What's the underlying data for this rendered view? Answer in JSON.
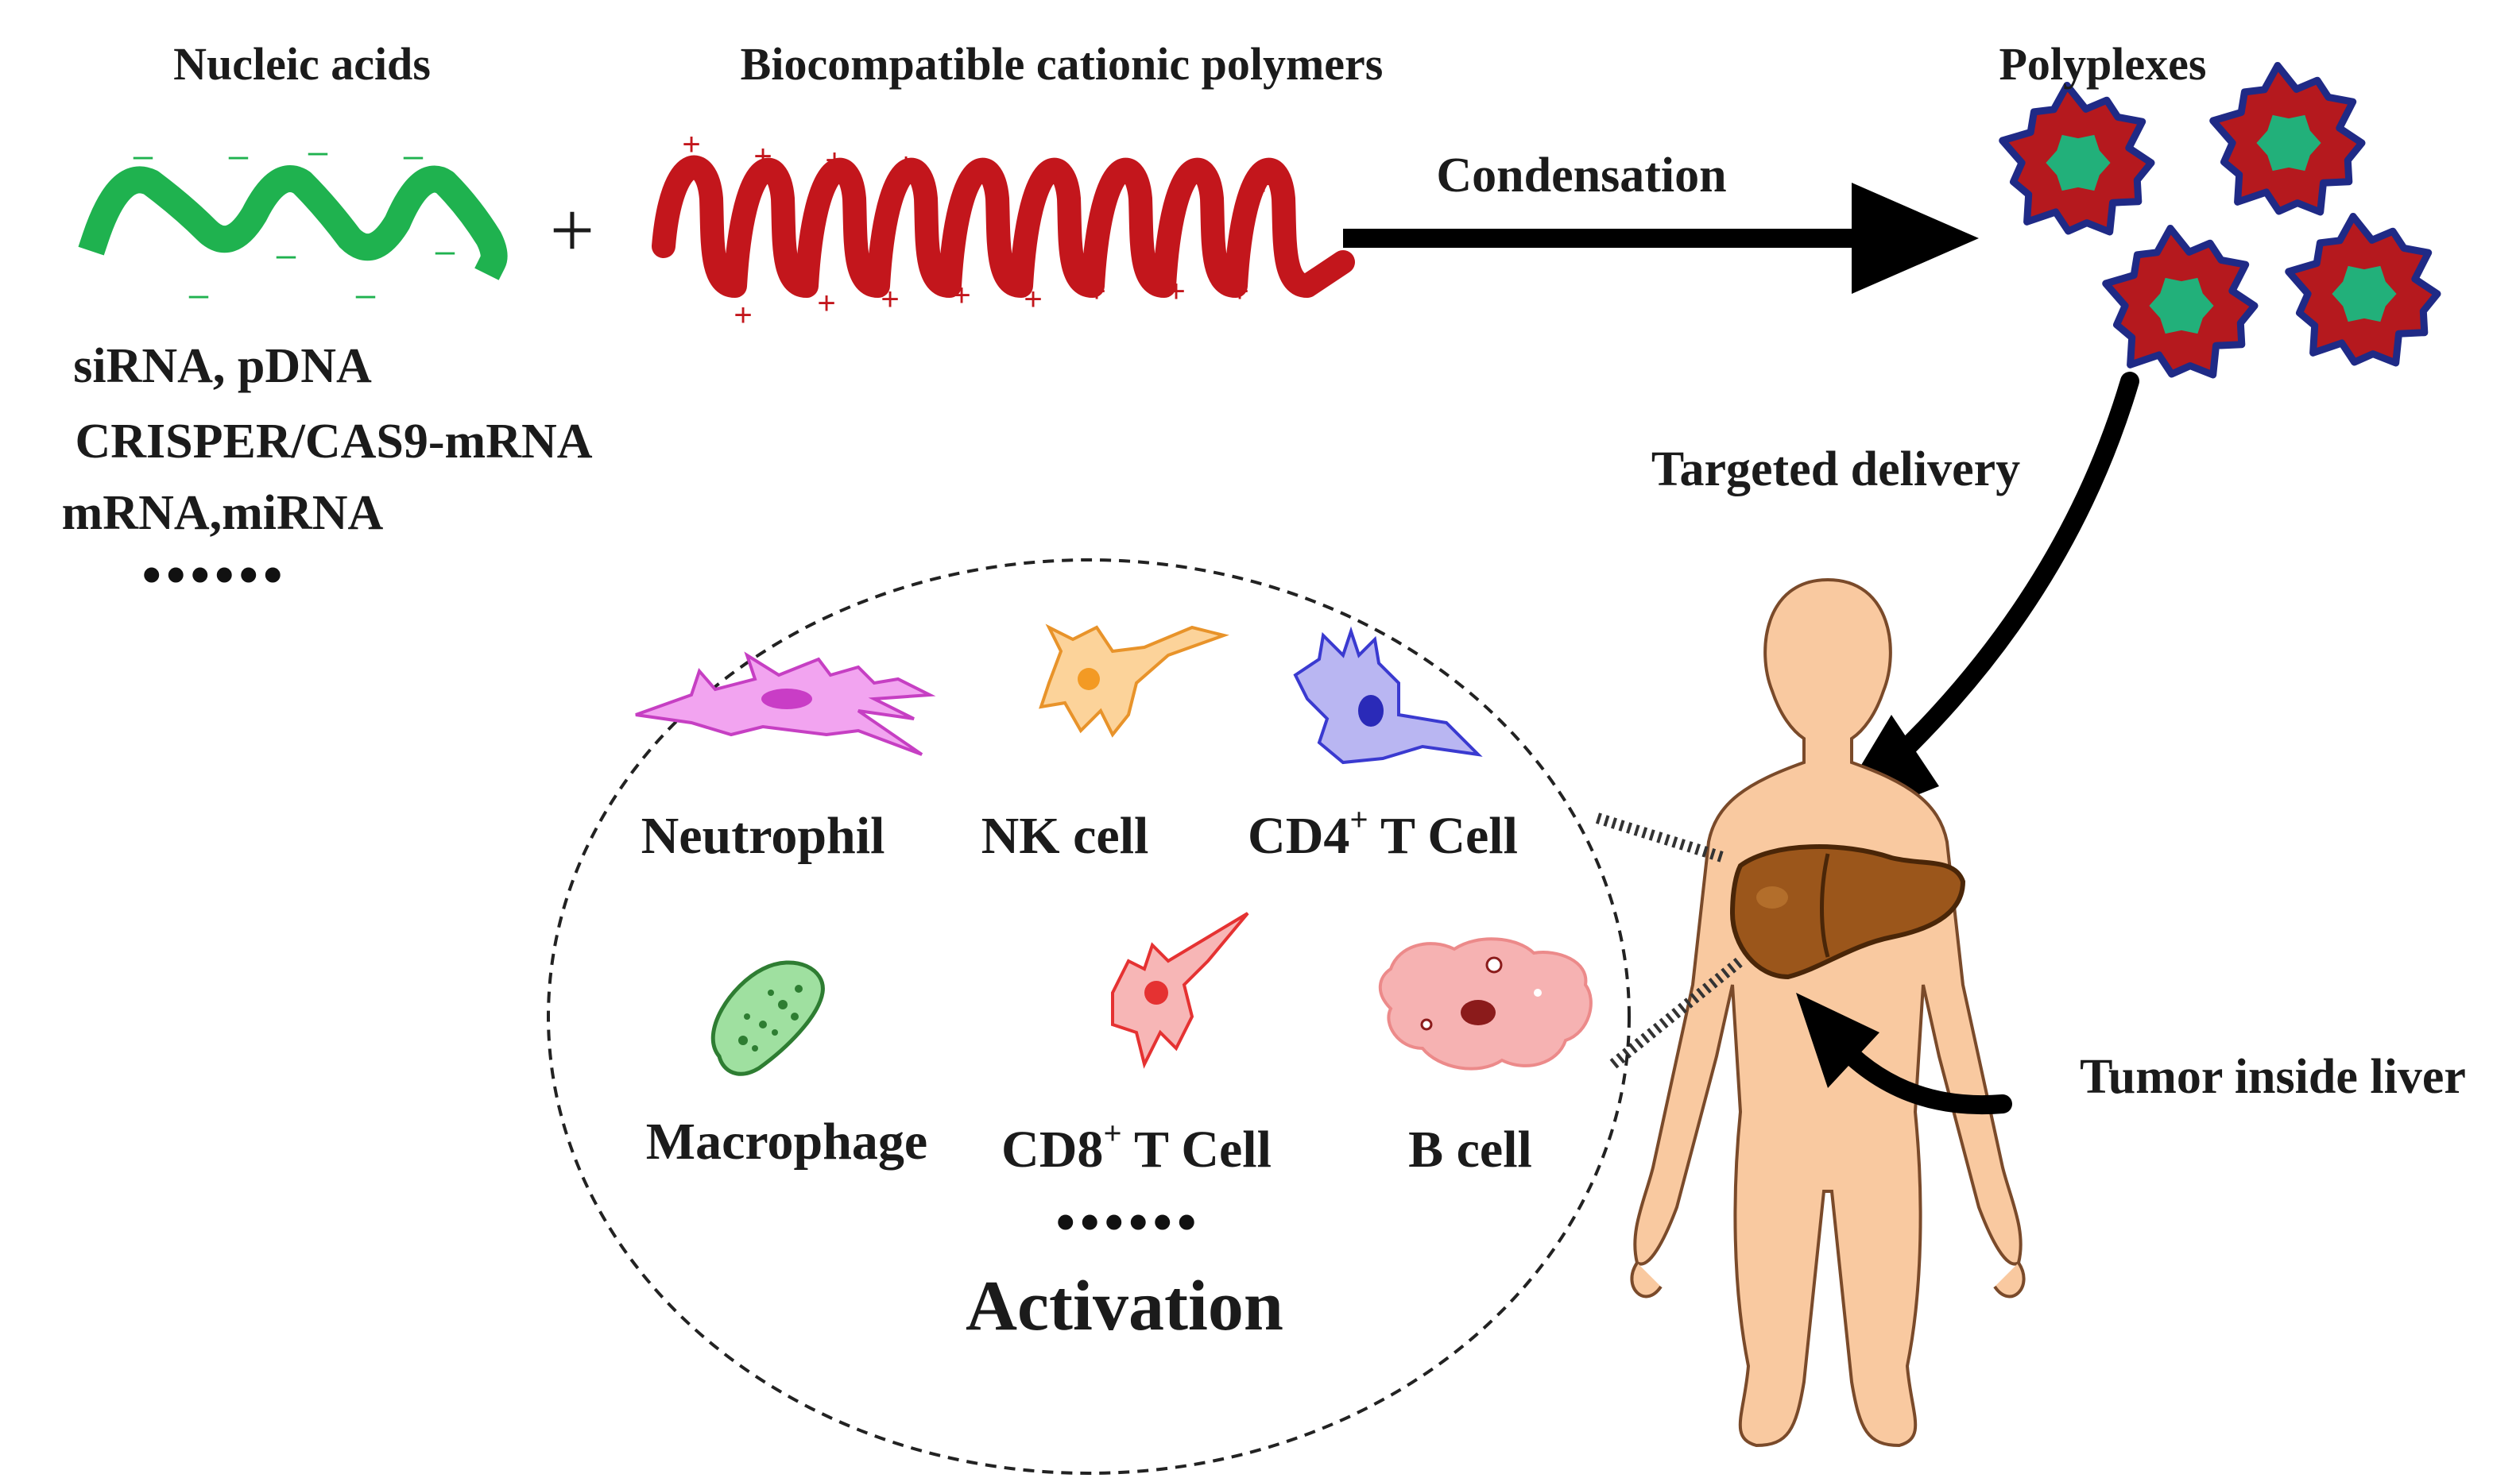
{
  "labels": {
    "nucleic_acids": "Nucleic acids",
    "polymers": "Biocompatible cationic polymers",
    "polyplexes": "Polyplexes",
    "condensation": "Condensation",
    "targeted_delivery": "Targeted delivery",
    "tumor_inside_liver": "Tumor inside liver",
    "activation": "Activation",
    "plus_operator": "+",
    "ellipsis_top": "••••••",
    "ellipsis_circle": "••••••"
  },
  "nucleic_acid_types": [
    "siRNA, pDNA",
    "CRISPER/CAS9-mRNA",
    "mRNA,miRNA"
  ],
  "cells": {
    "neutrophil": "Neutrophil",
    "nk_cell": "NK cell",
    "cd4_prefix": "CD4",
    "cd4_sup": "+",
    "cd4_suffix": " T Cell",
    "macrophage": "Macrophage",
    "cd8_prefix": "CD8",
    "cd8_sup": "+",
    "cd8_suffix": " T Cell",
    "b_cell": "B cell"
  },
  "charges": {
    "negative": "–",
    "positive": "+"
  },
  "colors": {
    "nucleic_acid": "#1fb24f",
    "polymer": "#c3161c",
    "polyplex_shell": "#b5191e",
    "polyplex_core": "#22b07a",
    "polyplex_outline": "#1f2a86",
    "neutrophil": "#e35fe0",
    "nk_cell": "#f7a944",
    "cd4_t_cell": "#4343d8",
    "macrophage": "#2e9a3a",
    "cd8_t_cell": "#ef3b3b",
    "b_cell": "#f2a1a1",
    "skin": "#f9c9a0",
    "liver": "#9b561b",
    "arrow": "#000000"
  }
}
